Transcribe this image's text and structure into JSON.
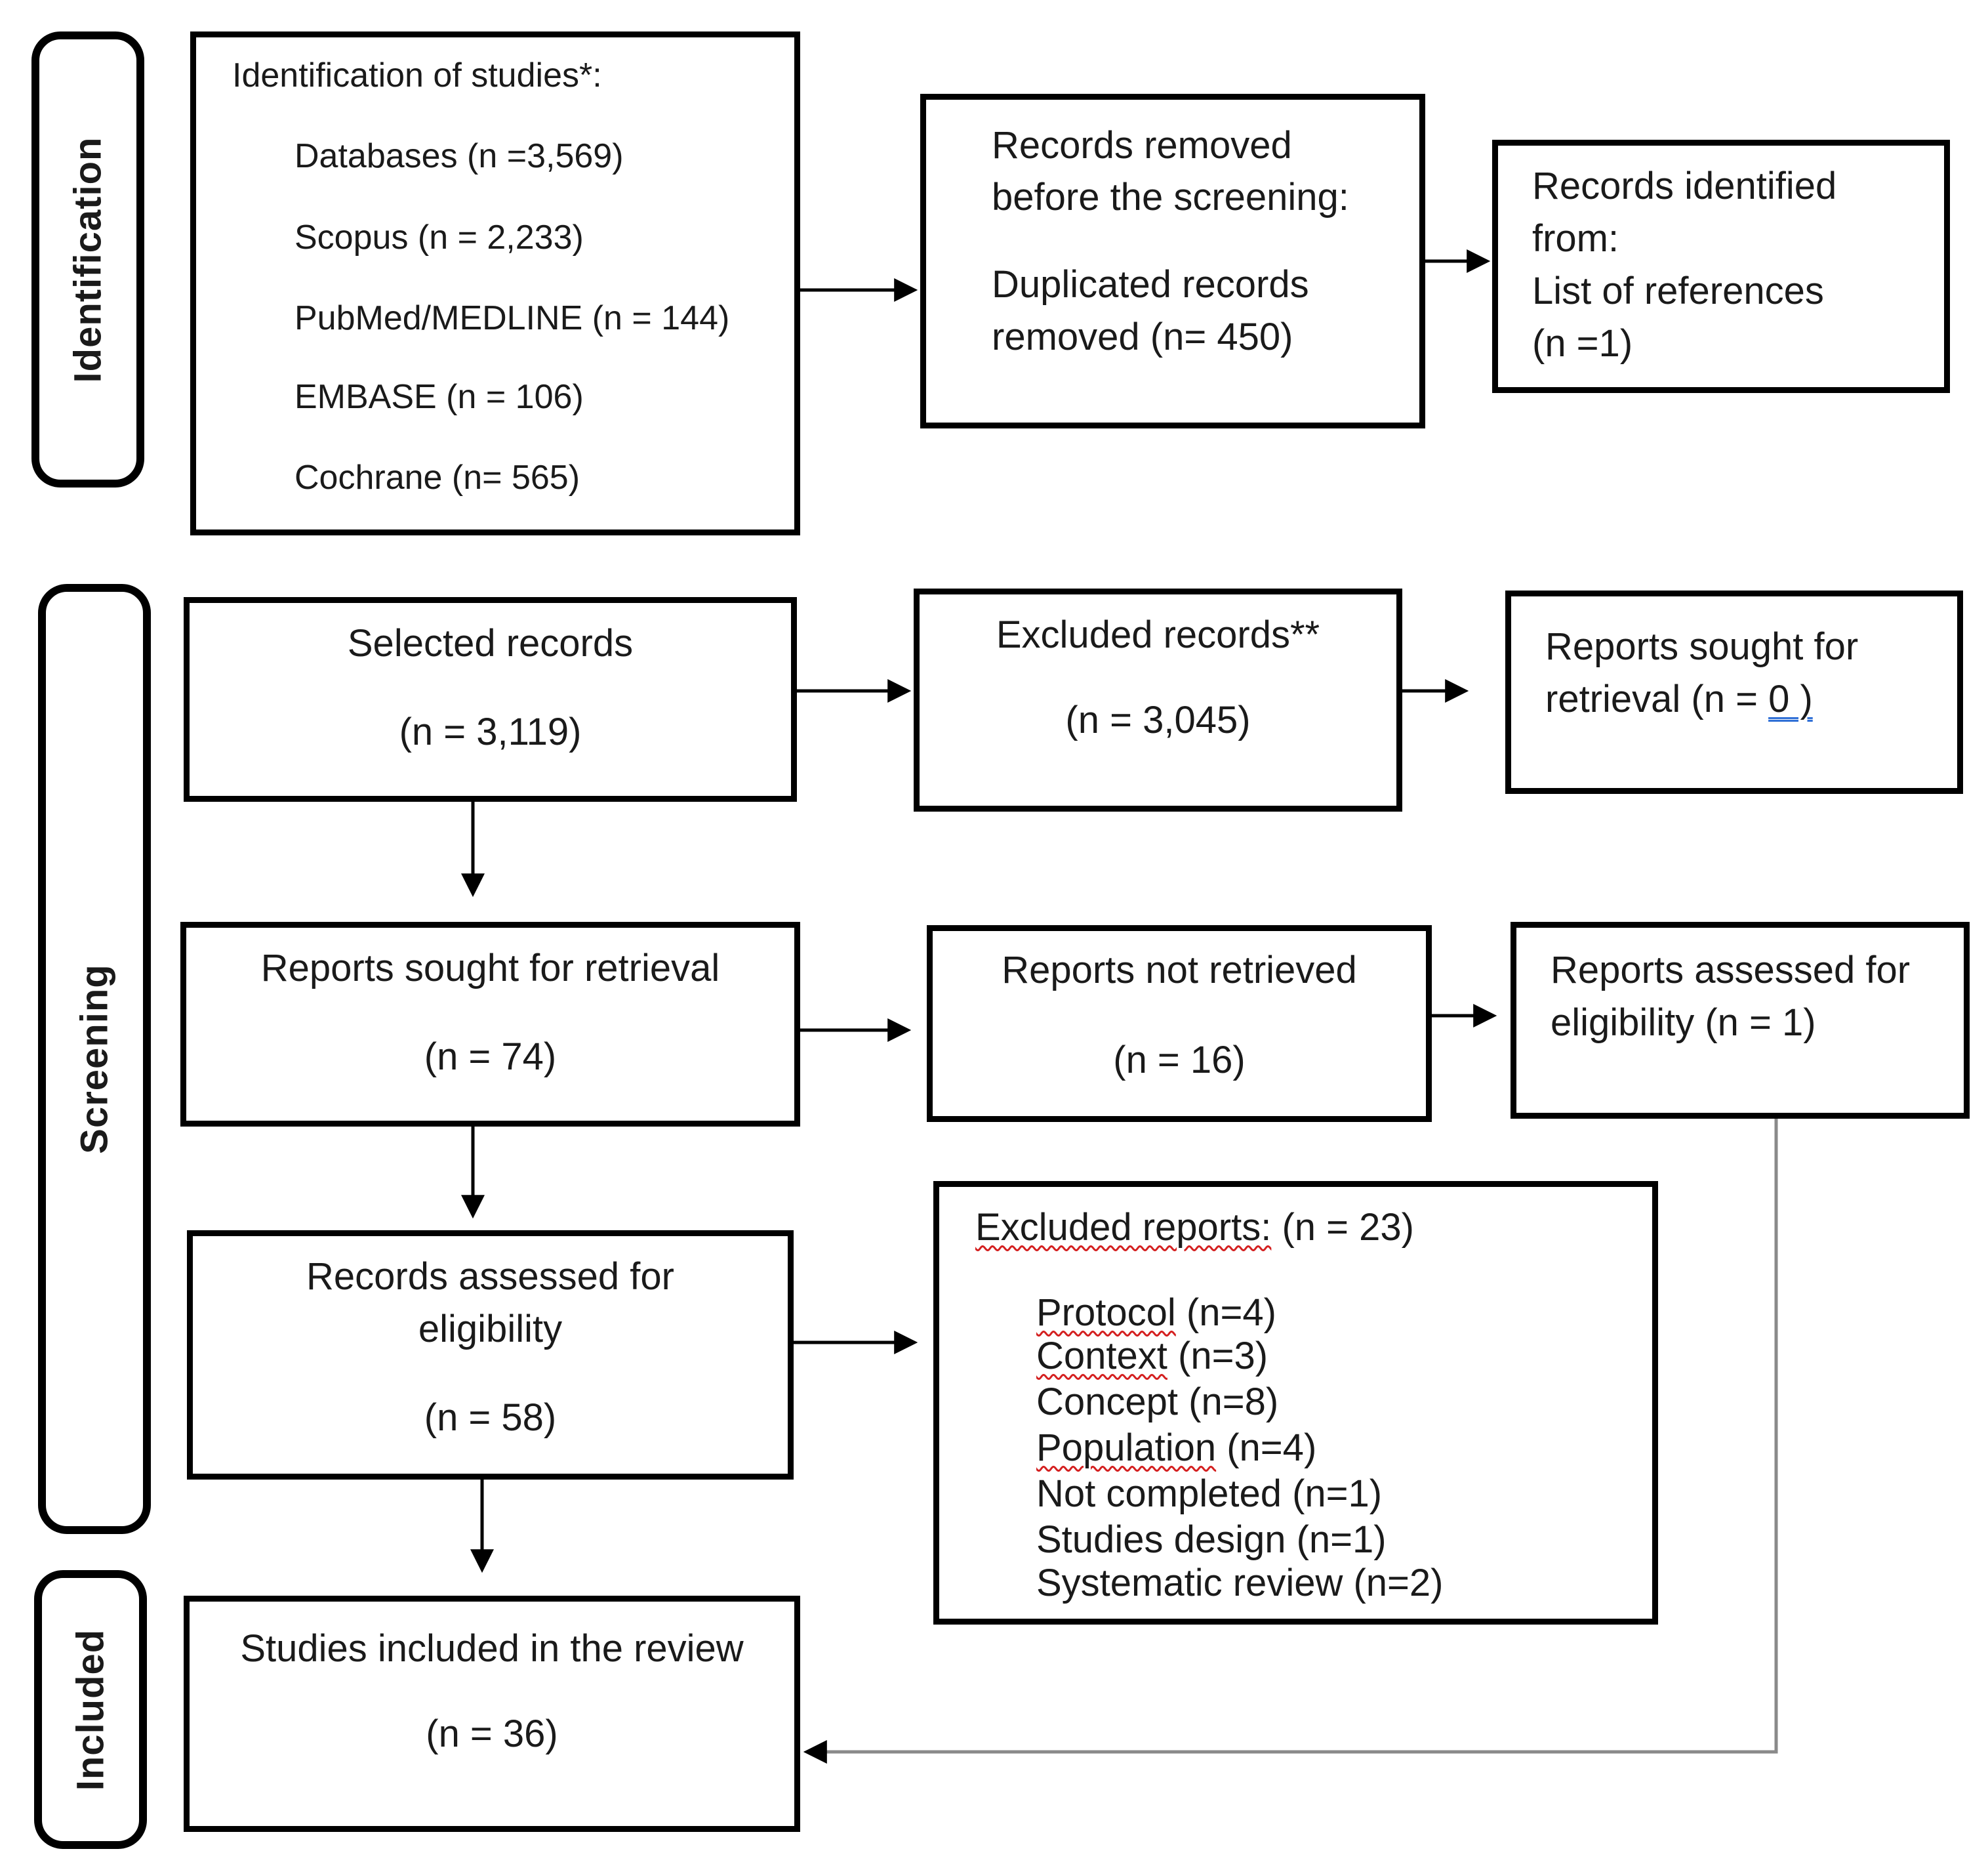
{
  "stages": {
    "identification": "Identification",
    "screening": "Screening",
    "included": "Included"
  },
  "identification_box": {
    "title": "Identification of studies*:",
    "items": [
      "Databases (n =3,569)",
      "Scopus (n = 2,233)",
      "PubMed/MEDLINE (n = 144)",
      "EMBASE (n = 106)",
      "Cochrane (n= 565)"
    ]
  },
  "removed_box": {
    "line1": "Records removed",
    "line2": "before the screening:",
    "line3": "Duplicated records",
    "line4": "removed (n= 450)"
  },
  "other_sources_box": {
    "line1": "Records identified",
    "line2": "from:",
    "line3": "List of references",
    "line4": "(n =1)"
  },
  "selected_box": {
    "title": "Selected records",
    "count": "(n = 3,119)"
  },
  "excluded_records_box": {
    "title": "Excluded records**",
    "count": "(n = 3,045)"
  },
  "sought_other_box": {
    "line1": "Reports sought for",
    "line2_prefix": "retrieval (n = ",
    "line2_value": "0 )"
  },
  "sought_box": {
    "title": "Reports sought for retrieval",
    "count": "(n = 74)"
  },
  "not_retrieved_box": {
    "title": "Reports not retrieved",
    "count": "(n = 16)"
  },
  "assessed_other_box": {
    "line1": "Reports assessed for",
    "line2": "eligibility (n = 1)"
  },
  "assessed_box": {
    "line1": "Records assessed for",
    "line2": "eligibility",
    "count": "(n = 58)"
  },
  "excluded_reports_box": {
    "title_word": "Excluded reports:",
    "title_count": " (n = 23)",
    "items": [
      {
        "label": "Protocol",
        "count": " (n=4)",
        "flagged": true
      },
      {
        "label": "Context",
        "count": " (n=3)",
        "flagged": true
      },
      {
        "label": "Concept",
        "count": " (n=8)",
        "flagged": false
      },
      {
        "label": "Population",
        "count": " (n=4)",
        "flagged": true
      },
      {
        "label": "Not completed",
        "count": " (n=1)",
        "flagged": false
      },
      {
        "label": "Studies design",
        "count": " (n=1)",
        "flagged": false
      },
      {
        "label": "Systematic review",
        "count": " (n=2)",
        "flagged": false
      }
    ]
  },
  "included_box": {
    "title": "Studies included in the review",
    "count": "(n = 36)"
  }
}
